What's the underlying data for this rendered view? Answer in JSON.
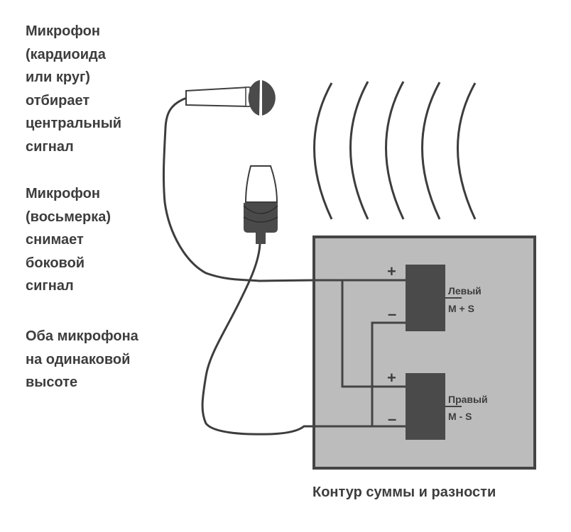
{
  "captions": {
    "cardioid_mic": "Микрофон\n(кардиоида\nили круг)\nотбирает\nцентральный\nсигнал",
    "figure8_mic": "Микрофон\n(восьмерка)\nснимает\nбоковой\nсигнал",
    "same_height": "Оба микрофона\nна одинаковой\nвысоте"
  },
  "circuit": {
    "title": "Контур суммы и разности",
    "blocks": [
      {
        "name": "Левый",
        "formula": "M + S",
        "plus": "+",
        "minus": "–"
      },
      {
        "name": "Правый",
        "formula": "M - S",
        "plus": "+",
        "minus": "–"
      }
    ]
  },
  "colors": {
    "ink": "#3d3d3d",
    "box_fill": "#bcbcbc",
    "box_border": "#444444",
    "block_fill": "#4a4a4a"
  },
  "icons": {
    "cardioid_mic": "handheld-microphone-icon",
    "figure8_mic": "ribbon-microphone-icon",
    "sound_waves": "sound-wave-arcs-icon"
  }
}
